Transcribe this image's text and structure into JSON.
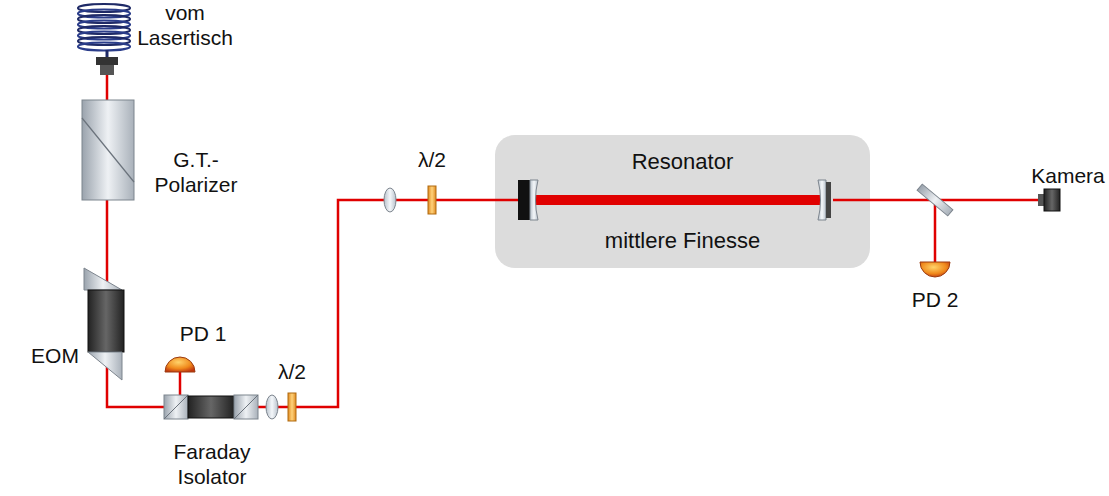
{
  "diagram": {
    "nodes": [
      {
        "text": [
          "Resonator",
          "mittlere Finesse"
        ]
      }
    ],
    "labels": [
      "vom Lasertisch",
      "G.T.- Polarizer",
      "EOM",
      "PD 1",
      "Faraday Isolator",
      "λ/2",
      "λ/2",
      "PD 2",
      "Kamera"
    ]
  }
}
